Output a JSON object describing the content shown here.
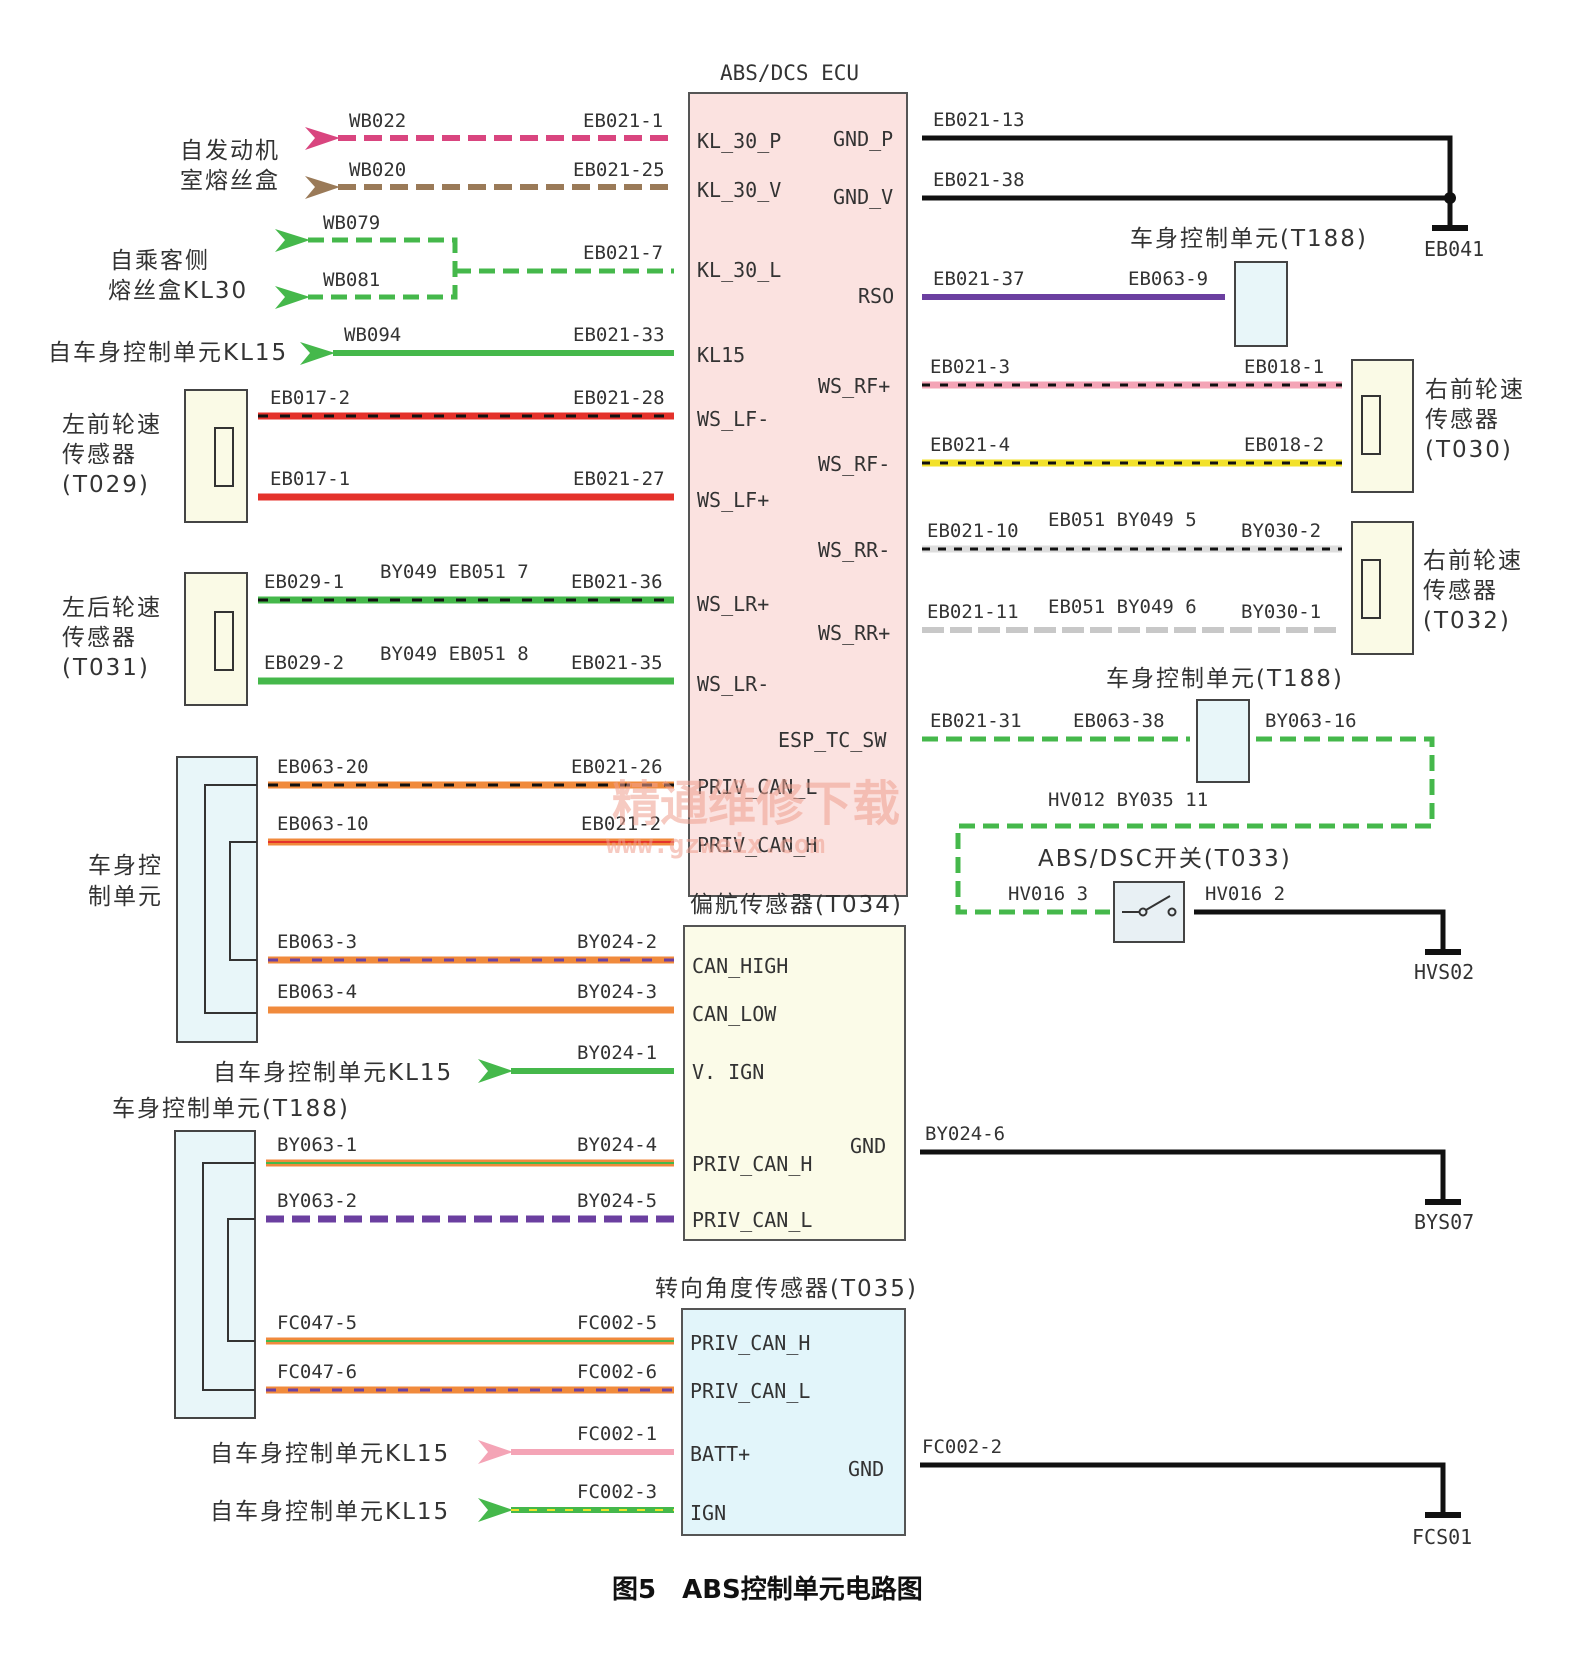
{
  "figure_caption": "图5　ABS控制单元电路图",
  "watermark": {
    "line1": "精通维修下载",
    "line2": "www.gzweix.com"
  },
  "ecu": {
    "title": "ABS/DCS ECU",
    "left_pins": [
      "KL_30_P",
      "KL_30_V",
      "KL_30_L",
      "KL15",
      "WS_LF-",
      "WS_LF+",
      "WS_LR+",
      "WS_LR-",
      "PRIV_CAN_L",
      "PRIV_CAN_H"
    ],
    "right_pins": [
      "GND_P",
      "GND_V",
      "RSO",
      "WS_RF+",
      "WS_RF-",
      "WS_RR-",
      "WS_RR+",
      "ESP_TC_SW"
    ]
  },
  "yaw_sensor": {
    "title": "偏航传感器(T034)",
    "pins": [
      "CAN_HIGH",
      "CAN_LOW",
      "V. IGN",
      "PRIV_CAN_H",
      "PRIV_CAN_L"
    ],
    "gnd_pin": "GND"
  },
  "steer_sensor": {
    "title": "转向角度传感器(T035)",
    "pins": [
      "PRIV_CAN_H",
      "PRIV_CAN_L",
      "BATT+",
      "IGN"
    ],
    "gnd_pin": "GND"
  },
  "left_sources": {
    "engine_fuse": "自发动机室熔丝盒",
    "engine_fuse_l1": "自发动机",
    "engine_fuse_l2": "室熔丝盒",
    "pass_fuse_l1": "自乘客侧",
    "pass_fuse_l2": "熔丝盒KL30",
    "bcm_kl15": "自车身控制单元KL15",
    "lf_sensor": [
      "左前轮速",
      "传感器",
      "(T029)"
    ],
    "lr_sensor": [
      "左后轮速",
      "传感器",
      "(T031)"
    ],
    "bcm": [
      "车身控",
      "制单元"
    ],
    "bcm_t188": "车身控制单元(T188)"
  },
  "right_targets": {
    "bcm_t188": "车身控制单元(T188)",
    "rf_sensor": [
      "右前轮速",
      "传感器",
      "(T030)"
    ],
    "rr_sensor": [
      "右前轮速",
      "传感器",
      "(T032)"
    ],
    "abs_switch": "ABS/DSC开关(T033)"
  },
  "grounds": [
    "EB041",
    "HVS02",
    "BYS07",
    "FCS01"
  ],
  "wire_labels": {
    "wb022": "WB022",
    "eb021_1": "EB021-1",
    "wb020": "WB020",
    "eb021_25": "EB021-25",
    "wb079": "WB079",
    "wb081": "WB081",
    "eb021_7": "EB021-7",
    "wb094": "WB094",
    "eb021_33": "EB021-33",
    "eb017_2": "EB017-2",
    "eb021_28": "EB021-28",
    "eb017_1": "EB017-1",
    "eb021_27": "EB021-27",
    "eb029_1": "EB029-1",
    "by049_eb051_7": "BY049 EB051 7",
    "eb021_36": "EB021-36",
    "eb029_2": "EB029-2",
    "by049_eb051_8": "BY049 EB051 8",
    "eb021_35": "EB021-35",
    "eb063_20": "EB063-20",
    "eb021_26": "EB021-26",
    "eb063_10": "EB063-10",
    "eb021_2": "EB021-2",
    "eb063_3": "EB063-3",
    "by024_2": "BY024-2",
    "eb063_4": "EB063-4",
    "by024_3": "BY024-3",
    "by024_1": "BY024-1",
    "by063_1": "BY063-1",
    "by024_4": "BY024-4",
    "by063_2": "BY063-2",
    "by024_5": "BY024-5",
    "fc047_5": "FC047-5",
    "fc002_5": "FC002-5",
    "fc047_6": "FC047-6",
    "fc002_6": "FC002-6",
    "fc002_1": "FC002-1",
    "fc002_3": "FC002-3",
    "eb021_13": "EB021-13",
    "eb021_38": "EB021-38",
    "eb021_37": "EB021-37",
    "eb063_9": "EB063-9",
    "eb021_3": "EB021-3",
    "eb018_1": "EB018-1",
    "eb021_4": "EB021-4",
    "eb018_2": "EB018-2",
    "eb021_10": "EB021-10",
    "eb051_by049_5": "EB051 BY049 5",
    "by030_2": "BY030-2",
    "eb021_11": "EB021-11",
    "eb051_by049_6": "EB051 BY049 6",
    "by030_1": "BY030-1",
    "eb021_31": "EB021-31",
    "eb063_38": "EB063-38",
    "by063_16": "BY063-16",
    "hv012_by035_11": "HV012 BY035 11",
    "hv016_3": "HV016 3",
    "hv016_2": "HV016 2",
    "by024_6": "BY024-6",
    "fc002_2": "FC002-2"
  },
  "colors": {
    "pink": "#d9457f",
    "brown": "#9a7a58",
    "green": "#45b84b",
    "red": "#e4322b",
    "orange": "#f08a3c",
    "purple": "#6b3fa0",
    "black": "#111111",
    "yellow": "#f2e12a",
    "ecu_fill": "#fbe2e0",
    "yaw_fill": "#fbfbe8",
    "steer_fill": "#e2f5fa",
    "sensor_fill": "#fafae6"
  }
}
